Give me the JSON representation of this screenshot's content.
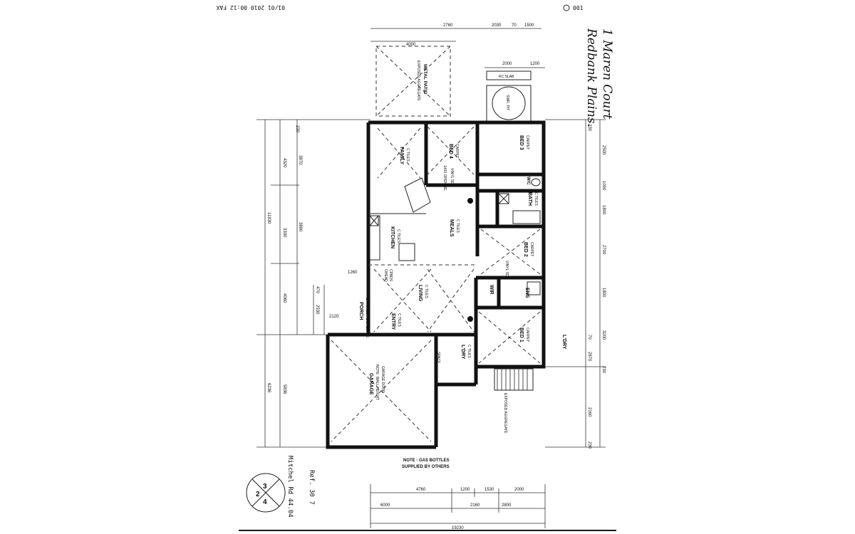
{
  "fax_header": {
    "timestamp": "01/01 2010 00:12 FAX",
    "page_code": "001"
  },
  "handwritten_note": {
    "line1": "1 Maren Court",
    "line2": "Redbank Plains."
  },
  "rooms": {
    "family": {
      "name": "FAMILY",
      "floor": "C TILES"
    },
    "bed4": {
      "name": "BED 4",
      "floor": "CARPET",
      "opening": "1400 OPENING",
      "door": "VINYL SD"
    },
    "bed3": {
      "name": "BED 3",
      "floor": "CARPET"
    },
    "wc": {
      "name": "W/C"
    },
    "bath": {
      "name": "BATH",
      "floor": "C TILES"
    },
    "kitchen": {
      "name": "KITCHEN",
      "floor": "C TILES"
    },
    "meals": {
      "name": "MEALS",
      "floor": "C TILES"
    },
    "bed2": {
      "name": "BED 2",
      "floor": "CARPET",
      "door": "VINYL SD"
    },
    "wir": {
      "name": "WIR"
    },
    "ens": {
      "name": "ENS"
    },
    "living": {
      "name": "LIVING",
      "floor": "C TILES"
    },
    "entry": {
      "name": "ENTRY",
      "floor": "C TILES"
    },
    "porch": {
      "name": "PORCH",
      "floor": "EXPOSED AGGREGATE"
    },
    "bed1": {
      "name": "BED 1",
      "floor": "CARPET"
    },
    "ldry": {
      "name": "L'DRY",
      "floor": "C TILES"
    },
    "garage": {
      "name": "GARAGE",
      "note1": "NOTE: WALL HEIGHT",
      "note2": "GARAGE DOOR"
    },
    "patio": {
      "name": "METAL PATIO",
      "floor": "EXPOSED AGGREGATE"
    },
    "ldry_outside": {
      "name": "L'DRY"
    }
  },
  "labels": {
    "gas_note": "NOTE - GAS BOTTLES",
    "gas_note2": "SUPPLIED BY OTHERS",
    "slab": "RC SLAB",
    "tank": "SWR. PIT",
    "exposed_aggregate": "EXPOSED AGGREGATE",
    "space": "SPACE",
    "head": "OHEAD",
    "cpbds": "CPBDS"
  },
  "dimensions": {
    "top": [
      "2760",
      "2030",
      "70",
      "1500",
      "4000",
      "2000",
      "1200"
    ],
    "left": [
      "230",
      "4320",
      "3870",
      "3330",
      "3890",
      "11830",
      "4060",
      "6236",
      "5836",
      "470",
      "2530",
      "2120",
      "1260"
    ],
    "right": [
      "230",
      "2500",
      "1000",
      "1800",
      "2700",
      "1800",
      "3200",
      "70",
      "2870",
      "230",
      "2160",
      "230"
    ],
    "bottom_row1": [
      "4760",
      "1200",
      "1530",
      "2000"
    ],
    "bottom_row2": [
      "6000",
      "2160",
      "2800"
    ],
    "bottom_row3": [
      "19230"
    ]
  },
  "corner_stamp": {
    "q1": "3",
    "q2": "2",
    "q3": "4"
  },
  "side_text": {
    "lot": "Mitchel Rd 44.04",
    "ref": "Ref. 30 7"
  }
}
